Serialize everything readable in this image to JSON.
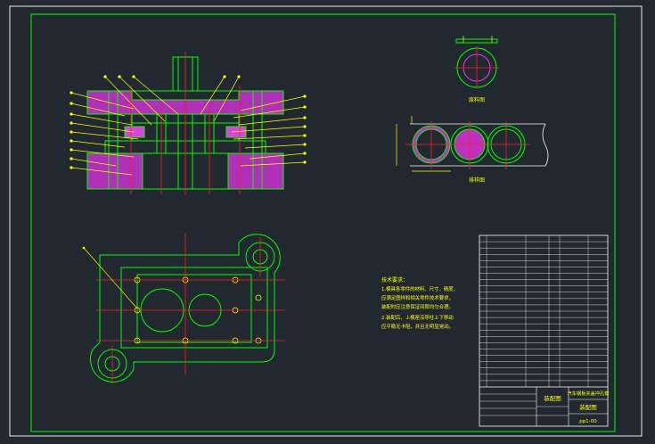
{
  "drawing": {
    "background": "#212830",
    "line_color": "#00ff00",
    "accent_yellow": "#ffff00",
    "accent_red": "#ff2020",
    "accent_magenta": "#cc33cc",
    "accent_white": "#ffffff",
    "view_labels": {
      "scrap_diagram": "废料图",
      "strip_layout": "排样图"
    },
    "technical_requirements": {
      "heading": "技术要求：",
      "lines": [
        "1.模具各零件的材料、尺寸、精度，",
        "应满足图样和相关零件技术要求，",
        "装配时应注意保证间隙均匀合理。",
        "2.装配后，上模座沿导柱上下移动",
        "应平稳无卡阻，并且无明显晃动。"
      ]
    },
    "title_block": {
      "title": "汽车钢板夹盖冲孔模",
      "subtitle": "装配图",
      "drawing_no": "pp1-00",
      "material_label": "装配图"
    }
  }
}
